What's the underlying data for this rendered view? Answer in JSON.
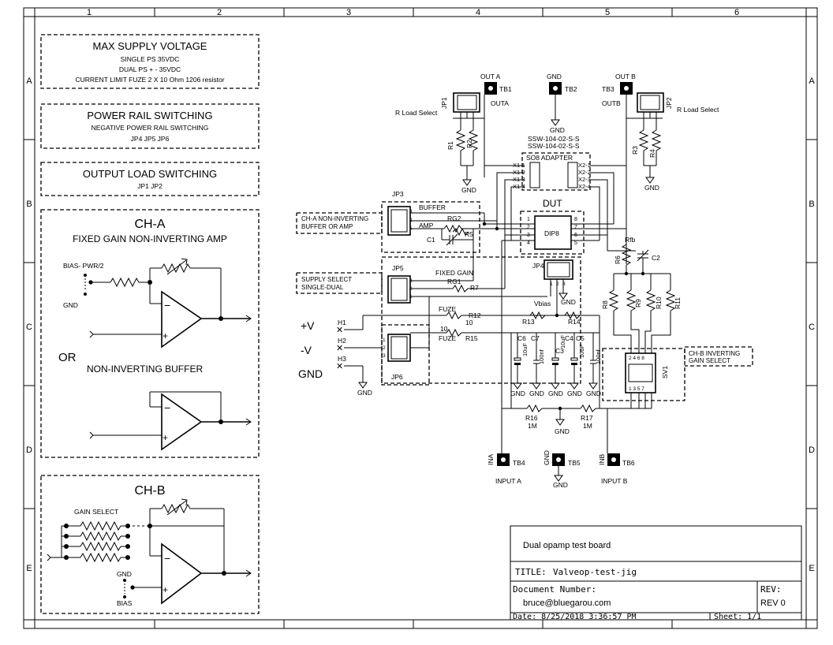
{
  "grid": {
    "columns": [
      "1",
      "2",
      "3",
      "4",
      "5",
      "6"
    ],
    "rows": [
      "A",
      "B",
      "C",
      "D",
      "E"
    ]
  },
  "notes": {
    "supply": {
      "title": "MAX SUPPLY VOLTAGE",
      "line1": "SINGLE PS  35VDC",
      "line2": "DUAL PS  + -  35VDC",
      "line3": "CURRENT LIMIT FUZE  2 X 10 Ohm 1206 resistor"
    },
    "rail": {
      "title": "POWER RAIL SWITCHING",
      "line1": "NEGATIVE POWER RAIL SWITCHING",
      "line2": "JP4  JP5  JP6"
    },
    "load": {
      "title": "OUTPUT LOAD SWITCHING",
      "line1": "JP1  JP2"
    },
    "cha": {
      "title": "CH-A",
      "subtitle": "FIXED GAIN  NON-INVERTING AMP",
      "bias": "BIAS-  PWR/2",
      "gnd": "GND",
      "or": "OR",
      "buffer": "NON-INVERTING BUFFER"
    },
    "chb": {
      "title": "CH-B",
      "gain_select": "GAIN SELECT",
      "gnd": "GND",
      "bias": "BIAS"
    }
  },
  "schematic": {
    "tb1": "TB1",
    "tb1_top": "OUT A",
    "tb1_side": "OUTA",
    "tb2": "TB2",
    "tb2_top": "GND",
    "tb2_gnd": "GND",
    "tb3": "TB3",
    "tb3_top": "OUT B",
    "tb3_side": "OUTB",
    "jp1": "JP1",
    "jp2": "JP2",
    "rload_a": "R Load Select",
    "rload_b": "R Load Select",
    "r1": "R1",
    "r2": "R2",
    "r3": "R3",
    "r4": "R4",
    "gnd": "GND",
    "ssw1": "SSW-104-02-S-S",
    "ssw2": "SSW-104-02-S-S",
    "so8": "SO8 ADAPTER",
    "x1": [
      "X1-1",
      "X1-2",
      "X1-3",
      "X1-4"
    ],
    "x2": [
      "X2-1",
      "X2-2",
      "X2-3",
      "X2-4"
    ],
    "dut": "DUT",
    "dip8": "DIP8",
    "jp3": "JP3",
    "buffer": "BUFFER",
    "amp": "AMP",
    "rg2": "RG2",
    "c1": "C1",
    "r5": "R5",
    "cha_box1": "CH-A NON-INVERTING",
    "cha_box2": "BUFFER OR AMP",
    "jp5": "JP5",
    "fixed_gain": "FIXED GAIN",
    "rg1": "RG1",
    "r7": "R7",
    "supply_box1": "SUPPLY SELECT",
    "supply_box2": "SINGLE-DUAL",
    "jp4": "JP4",
    "vbias": "Vbias",
    "rfb": "Rfb",
    "r6": "R6",
    "c2": "C2",
    "r8": "R8",
    "r9": "R9",
    "r10": "R10",
    "r11": "R11",
    "plus_v": "+V",
    "minus_v": "-V",
    "gnd_big": "GND",
    "h1": "H1",
    "h2": "H2",
    "h3": "H3",
    "fuze1": "FUZE",
    "fuze2": "FUZE",
    "r12": "R12",
    "r15": "R15",
    "ten1": "10",
    "ten2": "10",
    "r13": "R13",
    "r14": "R14",
    "jp6": "JP6",
    "c6": "C6",
    "c7": "C7",
    "c3": "C3",
    "c4": "C4",
    "c5": "C5",
    "cap10uf": "10uF",
    "cap100nf": "100nf",
    "sv1": "SV1",
    "chb_box1": "CH-B INVERTING",
    "chb_box2": "GAIN SELECT",
    "r16": "R16",
    "r17": "R17",
    "one_m": "1M",
    "tb4": "TB4",
    "ina": "INA",
    "input_a": "INPUT A",
    "tb5": "TB5",
    "tb6": "TB6",
    "inb": "INB",
    "input_b": "INPUT B"
  },
  "title_block": {
    "board": "Dual opamp test board",
    "title_label": "TITLE:",
    "title_value": "Valveop-test-jig",
    "doc_label": "Document Number:",
    "doc_value": "bruce@bluegarou.com",
    "rev_label": "REV:",
    "rev_value": "REV 0",
    "date": "Date: 8/25/2018 3:36:57 PM",
    "sheet": "Sheet: 1/1"
  }
}
